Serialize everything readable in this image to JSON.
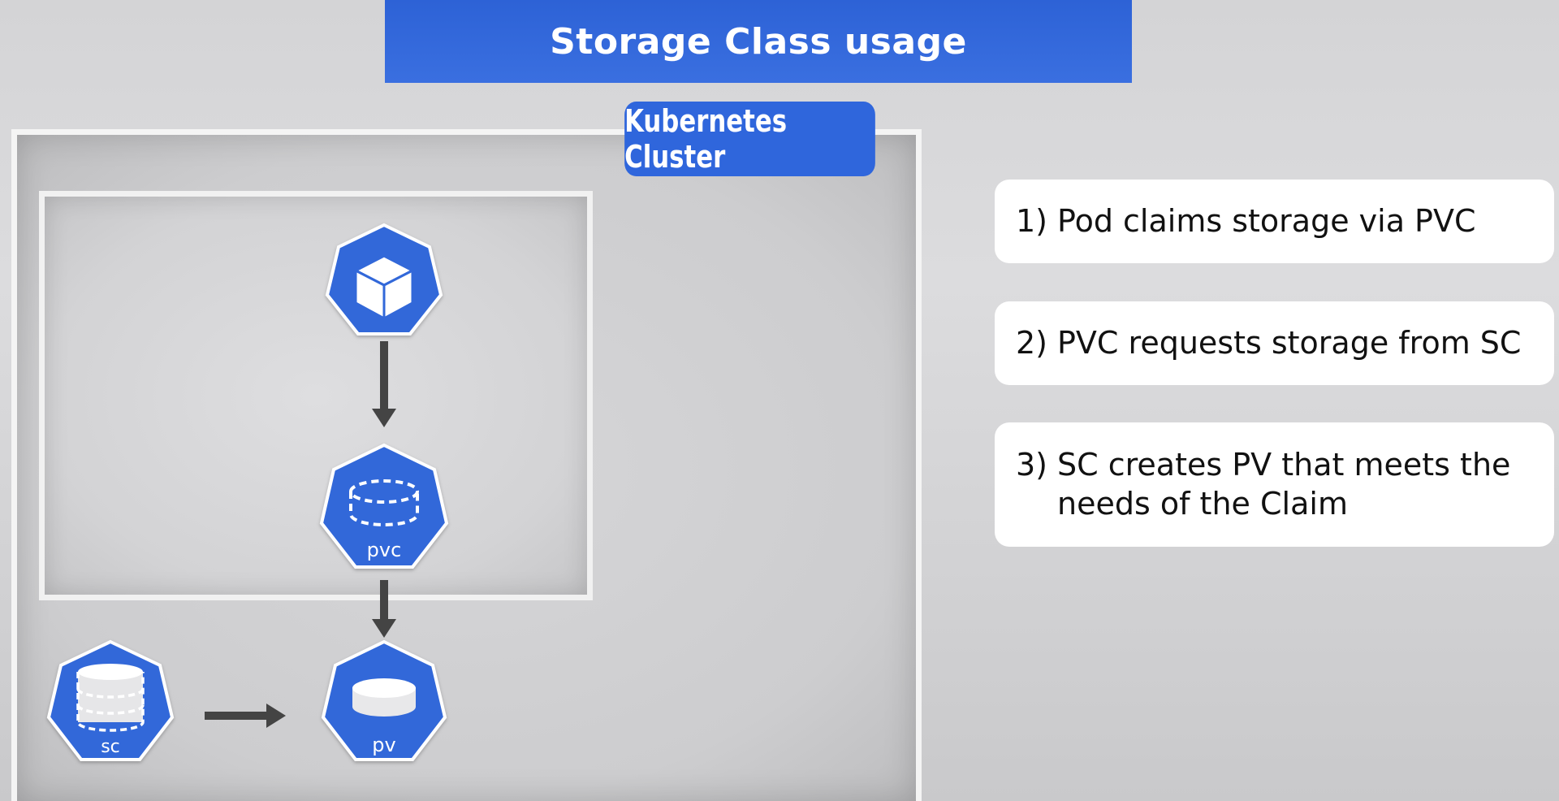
{
  "header": {
    "title": "Storage Class usage"
  },
  "cluster": {
    "label": "Kubernetes Cluster"
  },
  "nodes": {
    "pod": {
      "icon": "cube-icon",
      "label": ""
    },
    "pvc": {
      "icon": "disk-outline-icon",
      "label": "pvc"
    },
    "pv": {
      "icon": "disk-icon",
      "label": "pv"
    },
    "sc": {
      "icon": "stacked-disks-icon",
      "label": "sc"
    }
  },
  "steps": [
    {
      "number": "1)",
      "text": "Pod claims storage via PVC"
    },
    {
      "number": "2)",
      "text": "PVC requests storage from SC"
    },
    {
      "number": "3)",
      "text": "SC creates PV that meets the needs of the Claim"
    }
  ],
  "colors": {
    "accent": "#2f66dc",
    "node_fill": "#3268d9",
    "arrow": "#444444",
    "card_bg": "#ffffff"
  }
}
